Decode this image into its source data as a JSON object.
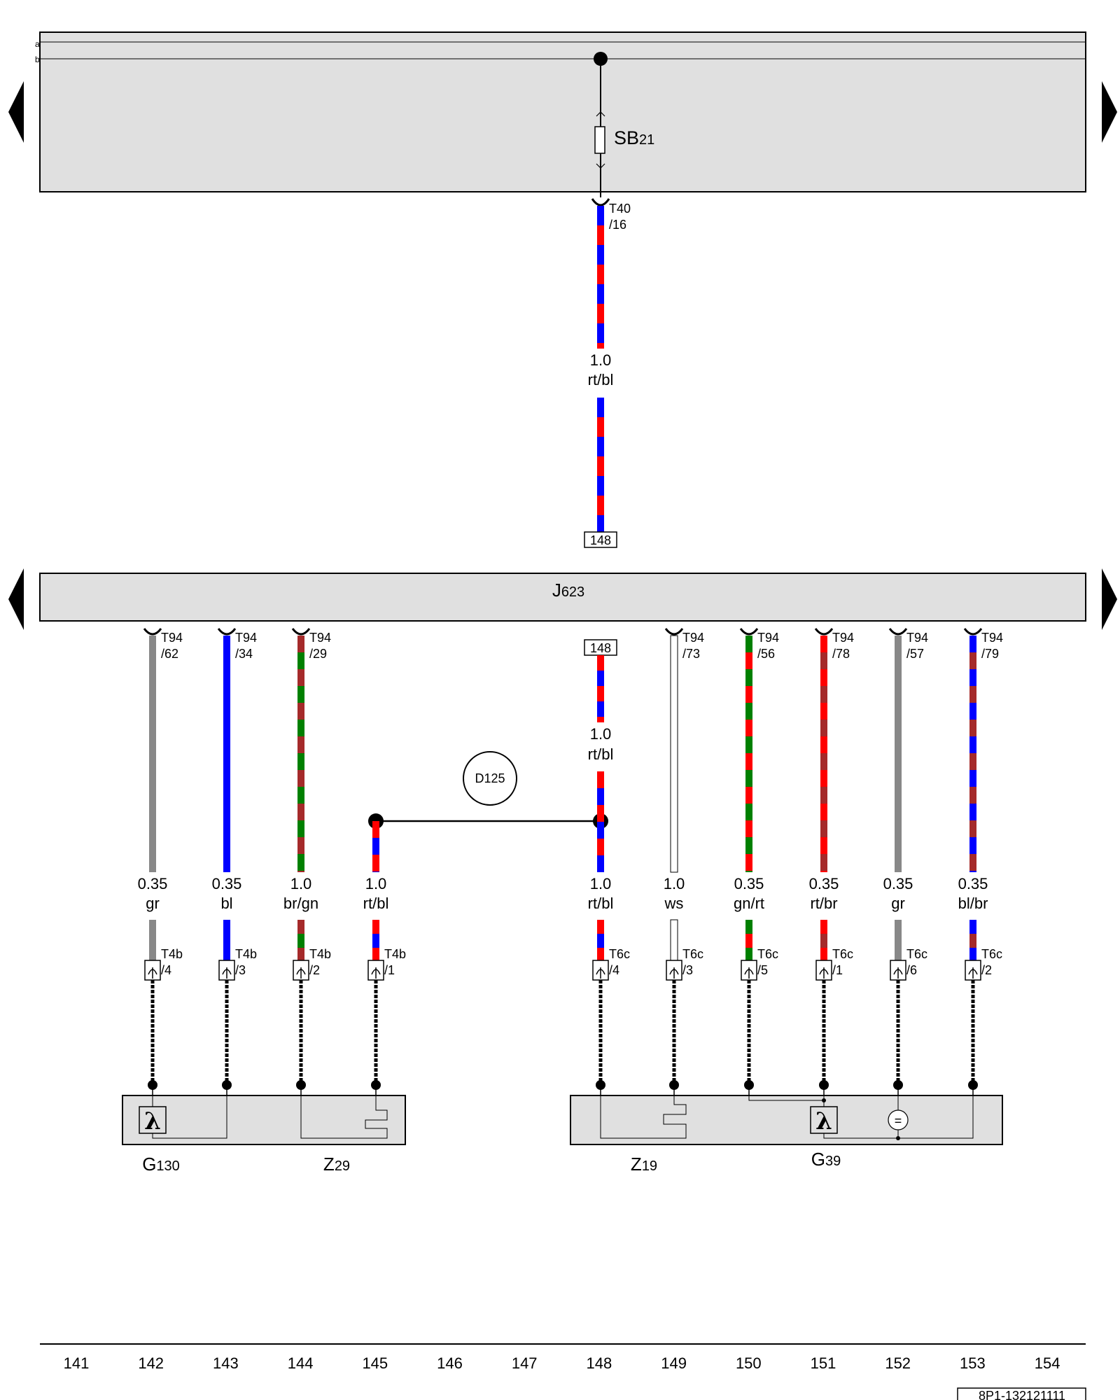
{
  "bus_lines": [
    "a",
    "b"
  ],
  "fuse": {
    "prefix": "SB",
    "number": "21"
  },
  "top_connector": {
    "name": "T40",
    "pin": "/16"
  },
  "top_wire": {
    "gauge": "1.0",
    "color": "rt/bl"
  },
  "ref_box": "148",
  "ecu": {
    "prefix": "J",
    "number": "623"
  },
  "ground_point": "D125",
  "wires": [
    {
      "top": "T94",
      "top_pin": "/62",
      "gauge": "0.35",
      "color": "gr",
      "bot": "T4b",
      "bot_pin": "/4",
      "stripes": [
        "#888888",
        "#888888"
      ]
    },
    {
      "top": "T94",
      "top_pin": "/34",
      "gauge": "0.35",
      "color": "bl",
      "bot": "T4b",
      "bot_pin": "/3",
      "stripes": [
        "#0000ff",
        "#0000ff"
      ]
    },
    {
      "top": "T94",
      "top_pin": "/29",
      "gauge": "1.0",
      "color": "br/gn",
      "bot": "T4b",
      "bot_pin": "/2",
      "stripes": [
        "#a52a2a",
        "#008000"
      ]
    },
    {
      "top": "",
      "top_pin": "",
      "gauge": "1.0",
      "color": "rt/bl",
      "bot": "T4b",
      "bot_pin": "/1",
      "stripes": [
        "#ff0000",
        "#0000ff"
      ]
    },
    {
      "top": "",
      "top_pin": "",
      "gauge": "1.0",
      "color": "rt/bl",
      "bot": "T6c",
      "bot_pin": "/4",
      "stripes": [
        "#ff0000",
        "#0000ff"
      ]
    },
    {
      "top": "T94",
      "top_pin": "/73",
      "gauge": "1.0",
      "color": "ws",
      "bot": "T6c",
      "bot_pin": "/3",
      "stripes": [
        "#ffffff",
        "#ffffff"
      ]
    },
    {
      "top": "T94",
      "top_pin": "/56",
      "gauge": "0.35",
      "color": "gn/rt",
      "bot": "T6c",
      "bot_pin": "/5",
      "stripes": [
        "#008000",
        "#ff0000"
      ]
    },
    {
      "top": "T94",
      "top_pin": "/78",
      "gauge": "0.35",
      "color": "rt/br",
      "bot": "T6c",
      "bot_pin": "/1",
      "stripes": [
        "#ff0000",
        "#a52a2a"
      ]
    },
    {
      "top": "T94",
      "top_pin": "/57",
      "gauge": "0.35",
      "color": "gr",
      "bot": "T6c",
      "bot_pin": "/6",
      "stripes": [
        "#888888",
        "#888888"
      ]
    },
    {
      "top": "T94",
      "top_pin": "/79",
      "gauge": "0.35",
      "color": "bl/br",
      "bot": "T6c",
      "bot_pin": "/2",
      "stripes": [
        "#0000ff",
        "#a52a2a"
      ]
    }
  ],
  "inner_ref": {
    "box": "148",
    "gauge": "1.0",
    "color": "rt/bl"
  },
  "components": [
    {
      "prefix": "G",
      "number": "130"
    },
    {
      "prefix": "Z",
      "number": "29"
    },
    {
      "prefix": "Z",
      "number": "19"
    },
    {
      "prefix": "G",
      "number": "39"
    }
  ],
  "lambda_symbol": "λ",
  "sensor_symbol": "=",
  "scale": [
    "141",
    "142",
    "143",
    "144",
    "145",
    "146",
    "147",
    "148",
    "149",
    "150",
    "151",
    "152",
    "153",
    "154"
  ],
  "doc_id": "8P1-132121111"
}
